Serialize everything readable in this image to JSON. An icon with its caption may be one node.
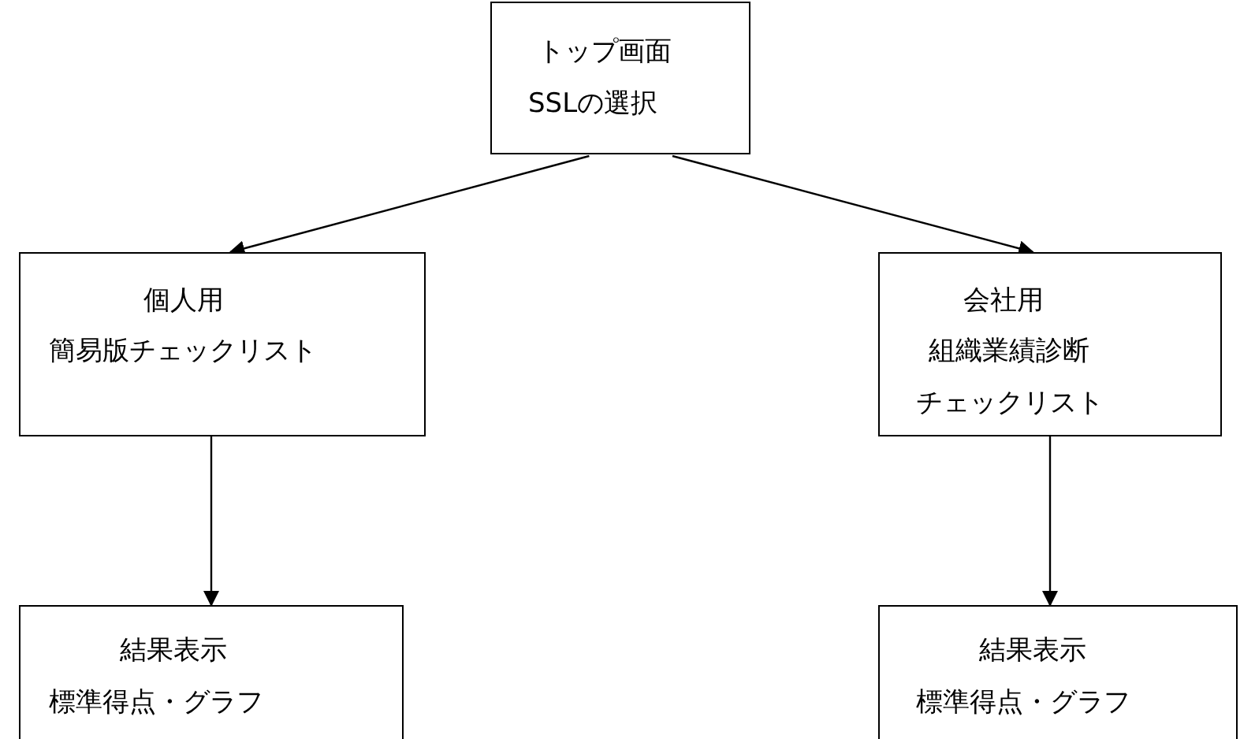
{
  "diagram": {
    "nodes": [
      {
        "text": [
          "トップ画面",
          "SSLの選択"
        ]
      },
      {
        "text": [
          "個人用",
          "簡易版チェックリスト"
        ]
      },
      {
        "text": [
          "会社用",
          "組織業績診断",
          "チェックリスト"
        ]
      },
      {
        "text": [
          "結果表示",
          "標準得点・グラフ"
        ]
      },
      {
        "text": [
          "結果表示",
          "標準得点・グラフ"
        ]
      }
    ],
    "edges": [
      {
        "from": 0,
        "to": 1,
        "arrow": "to"
      },
      {
        "from": 0,
        "to": 2,
        "arrow": "to"
      },
      {
        "from": 1,
        "to": 3,
        "arrow": "to"
      },
      {
        "from": 2,
        "to": 4,
        "arrow": "to"
      }
    ]
  }
}
